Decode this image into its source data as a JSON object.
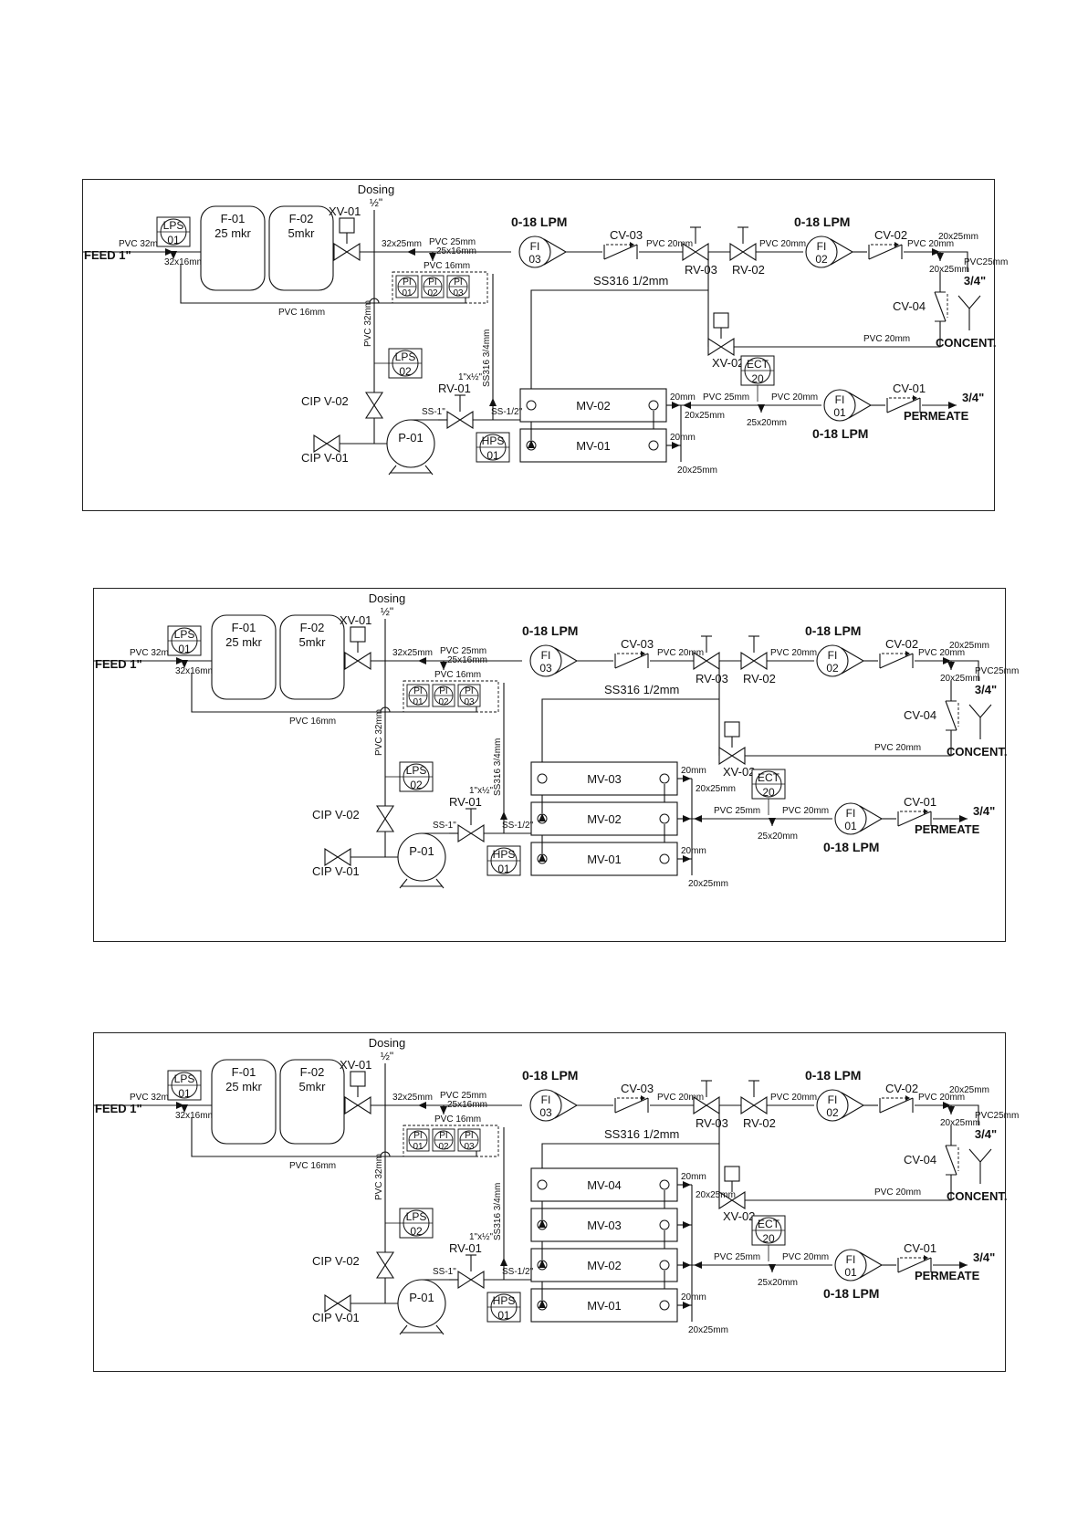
{
  "diagrams": [
    {
      "membranes": [
        "MV-02",
        "MV-01"
      ],
      "text": {
        "feed": "FEED 1\"",
        "pvc32mm": "PVC 32mm",
        "t32x16_a": "32x16mm",
        "lps01_top": "LPS",
        "lps01_bot": "01",
        "f01_name": "F-01",
        "f01_spec": "25 mkr",
        "f02_name": "F-02",
        "f02_spec": "5mkr",
        "pvc16_bottom": "PVC 16mm",
        "dosing": "Dosing",
        "half_inch": "½\"",
        "xv01": "XV-01",
        "t32x25": "32x25mm",
        "pvc25": "PVC 25mm",
        "t25x16": "25x16mm",
        "pvc16_pi": "PVC 16mm",
        "pi": "PI",
        "pi01": "01",
        "pi02": "02",
        "pi03": "03",
        "flow_fi03": "0-18 LPM",
        "fi": "FI",
        "fi03": "03",
        "cv03": "CV-03",
        "pvc20_a": "PVC 20mm",
        "rv03": "RV-03",
        "rv02": "RV-02",
        "pvc20_b": "PVC 20mm",
        "flow_fi02": "0-18 LPM",
        "fi02": "02",
        "cv02": "CV-02",
        "pvc20_c": "PVC 20mm",
        "t20x25_a": "20x25mm",
        "t20x25_b": "20x25mm",
        "pvc25_c": "PVC25mm",
        "three_quarter_conc": "3/4\"",
        "cv04": "CV-04",
        "pvc20_conc": "PVC 20mm",
        "concent": "CONCENT.",
        "ss316_half": "SS316 1/2mm",
        "xv02": "XV-02",
        "ect": "ECT",
        "ect20": "20",
        "pvc32_vert": "PVC 32mm",
        "ss316_34": "SS316 3/4mm",
        "lps02_top": "LPS",
        "lps02_bot": "02",
        "cip_v02": "CIP V-02",
        "cip_v01": "CIP V-01",
        "rv01": "RV-01",
        "ss1": "SS-1\"",
        "ss12": "SS-1/2\"",
        "one_x_half": "1\"x½\"",
        "p01": "P-01",
        "hps_top": "HPS",
        "hps_bot": "01",
        "t20mm_a": "20mm",
        "t20mm_b": "20mm",
        "t20x25_m": "20x25mm",
        "t20x25_m2": "20x25mm",
        "pvc25_p": "PVC 25mm",
        "pvc20_p": "PVC 20mm",
        "t25x20": "25x20mm",
        "fi01": "01",
        "flow_fi01": "0-18 LPM",
        "cv01": "CV-01",
        "three_quarter_perm": "3/4\"",
        "permeate": "PERMEATE"
      }
    },
    {
      "membranes": [
        "MV-03",
        "MV-02",
        "MV-01"
      ],
      "text": {
        "feed": "FEED 1\"",
        "pvc32mm": "PVC 32mm",
        "t32x16_a": "32x16mm",
        "lps01_top": "LPS",
        "lps01_bot": "01",
        "f01_name": "F-01",
        "f01_spec": "25 mkr",
        "f02_name": "F-02",
        "f02_spec": "5mkr",
        "pvc16_bottom": "PVC 16mm",
        "dosing": "Dosing",
        "half_inch": "½\"",
        "xv01": "XV-01",
        "t32x25": "32x25mm",
        "pvc25": "PVC 25mm",
        "t25x16": "25x16mm",
        "pvc16_pi": "PVC 16mm",
        "pi": "PI",
        "pi01": "01",
        "pi02": "02",
        "pi03": "03",
        "flow_fi03": "0-18 LPM",
        "fi": "FI",
        "fi03": "03",
        "cv03": "CV-03",
        "pvc20_a": "PVC 20mm",
        "rv03": "RV-03",
        "rv02": "RV-02",
        "pvc20_b": "PVC 20mm",
        "flow_fi02": "0-18 LPM",
        "fi02": "02",
        "cv02": "CV-02",
        "pvc20_c": "PVC 20mm",
        "t20x25_a": "20x25mm",
        "t20x25_b": "20x25mm",
        "pvc25_c": "PVC25mm",
        "three_quarter_conc": "3/4\"",
        "cv04": "CV-04",
        "pvc20_conc": "PVC 20mm",
        "concent": "CONCENT.",
        "ss316_half": "SS316 1/2mm",
        "xv02": "XV-02",
        "ect": "ECT",
        "ect20": "20",
        "pvc32_vert": "PVC 32mm",
        "ss316_34": "SS316 3/4mm",
        "lps02_top": "LPS",
        "lps02_bot": "02",
        "cip_v02": "CIP V-02",
        "cip_v01": "CIP V-01",
        "rv01": "RV-01",
        "ss1": "SS-1\"",
        "ss12": "SS-1/2\"",
        "one_x_half": "1\"x½\"",
        "p01": "P-01",
        "hps_top": "HPS",
        "hps_bot": "01",
        "t20mm_a": "20mm",
        "t20mm_b": "20mm",
        "t20x25_m": "20x25mm",
        "t20x25_m2": "20x25mm",
        "pvc25_p": "PVC 25mm",
        "pvc20_p": "PVC 20mm",
        "t25x20": "25x20mm",
        "fi01": "01",
        "flow_fi01": "0-18 LPM",
        "cv01": "CV-01",
        "three_quarter_perm": "3/4\"",
        "permeate": "PERMEATE"
      }
    },
    {
      "membranes": [
        "MV-04",
        "MV-03",
        "MV-02",
        "MV-01"
      ],
      "text": {
        "feed": "FEED 1\"",
        "pvc32mm": "PVC 32mm",
        "t32x16_a": "32x16mm",
        "lps01_top": "LPS",
        "lps01_bot": "01",
        "f01_name": "F-01",
        "f01_spec": "25 mkr",
        "f02_name": "F-02",
        "f02_spec": "5mkr",
        "pvc16_bottom": "PVC 16mm",
        "dosing": "Dosing",
        "half_inch": "½\"",
        "xv01": "XV-01",
        "t32x25": "32x25mm",
        "pvc25": "PVC 25mm",
        "t25x16": "25x16mm",
        "pvc16_pi": "PVC 16mm",
        "pi": "PI",
        "pi01": "01",
        "pi02": "02",
        "pi03": "03",
        "flow_fi03": "0-18 LPM",
        "fi": "FI",
        "fi03": "03",
        "cv03": "CV-03",
        "pvc20_a": "PVC 20mm",
        "rv03": "RV-03",
        "rv02": "RV-02",
        "pvc20_b": "PVC 20mm",
        "flow_fi02": "0-18 LPM",
        "fi02": "02",
        "cv02": "CV-02",
        "pvc20_c": "PVC 20mm",
        "t20x25_a": "20x25mm",
        "t20x25_b": "20x25mm",
        "pvc25_c": "PVC25mm",
        "three_quarter_conc": "3/4\"",
        "cv04": "CV-04",
        "pvc20_conc": "PVC 20mm",
        "concent": "CONCENT.",
        "ss316_half": "SS316 1/2mm",
        "xv02": "XV-02",
        "ect": "ECT",
        "ect20": "20",
        "pvc32_vert": "PVC 32mm",
        "ss316_34": "SS316 3/4mm",
        "lps02_top": "LPS",
        "lps02_bot": "02",
        "cip_v02": "CIP V-02",
        "cip_v01": "CIP V-01",
        "rv01": "RV-01",
        "ss1": "SS-1\"",
        "ss12": "SS-1/2\"",
        "one_x_half": "1\"x½\"",
        "p01": "P-01",
        "hps_top": "HPS",
        "hps_bot": "01",
        "t20mm_a": "20mm",
        "t20mm_b": "20mm",
        "t20x25_m": "20x25mm",
        "t20x25_m2": "20x25mm",
        "pvc25_p": "PVC 25mm",
        "pvc20_p": "PVC 20mm",
        "t25x20": "25x20mm",
        "fi01": "01",
        "flow_fi01": "0-18 LPM",
        "cv01": "CV-01",
        "three_quarter_perm": "3/4\"",
        "permeate": "PERMEATE"
      }
    }
  ]
}
